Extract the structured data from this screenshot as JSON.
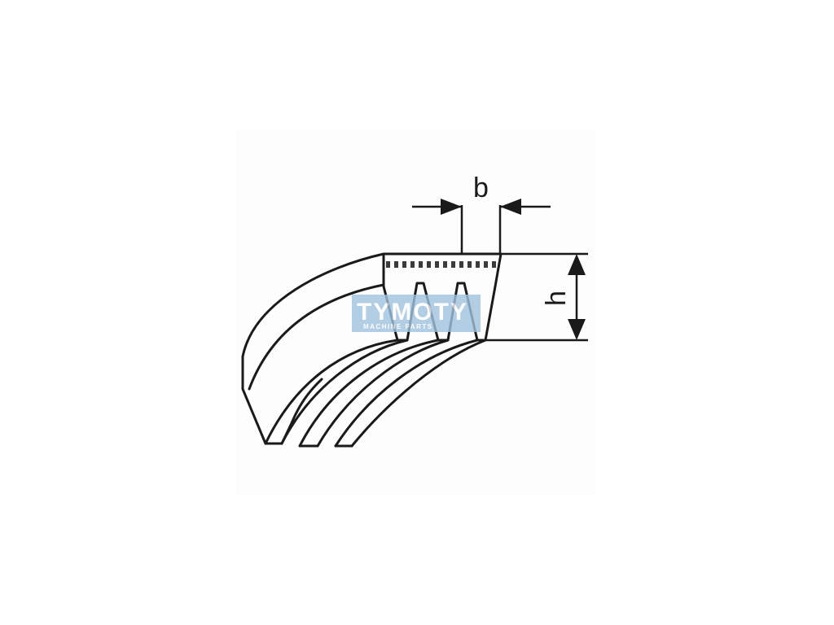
{
  "dimensions": {
    "width_label": "b",
    "height_label": "h"
  },
  "watermark": {
    "brand": "TYMOTY",
    "tagline": "MACHINE PARTS",
    "color": "#9fc3e0"
  },
  "colors": {
    "line": "#1a1a1a",
    "background": "#ffffff"
  }
}
